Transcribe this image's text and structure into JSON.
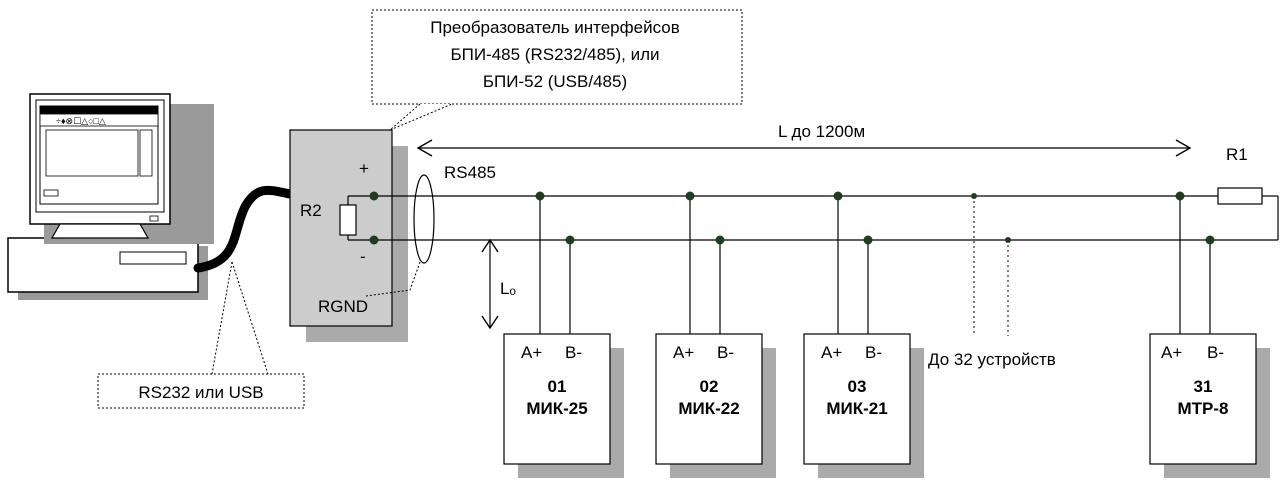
{
  "converter": {
    "callout_line1": "Преобразователь интерфейсов",
    "callout_line2": "БПИ-485 (RS232/485), или",
    "callout_line3": "БПИ-52 (USB/485)",
    "plus": "+",
    "minus": "-",
    "r2": "R2",
    "rgnd": "RGND"
  },
  "cable": {
    "label": "RS232 или USB"
  },
  "bus": {
    "length": "L  до  1200м",
    "name": "RS485",
    "terminator": "R1",
    "stub": "Lₒ",
    "max_devices": "До 32 устройств"
  },
  "devices": [
    {
      "pin_a": "A+",
      "pin_b": "B-",
      "address": "01",
      "model": "МИК-25"
    },
    {
      "pin_a": "A+",
      "pin_b": "B-",
      "address": "02",
      "model": "МИК-22"
    },
    {
      "pin_a": "A+",
      "pin_b": "B-",
      "address": "03",
      "model": "МИК-21"
    },
    {
      "pin_a": "A+",
      "pin_b": "B-",
      "address": "31",
      "model": "МТР-8"
    }
  ],
  "colors": {
    "shadow": "#aaaaaa",
    "box_fill": "#cccccc",
    "line": "#000000",
    "node": "#1f3d1f"
  }
}
